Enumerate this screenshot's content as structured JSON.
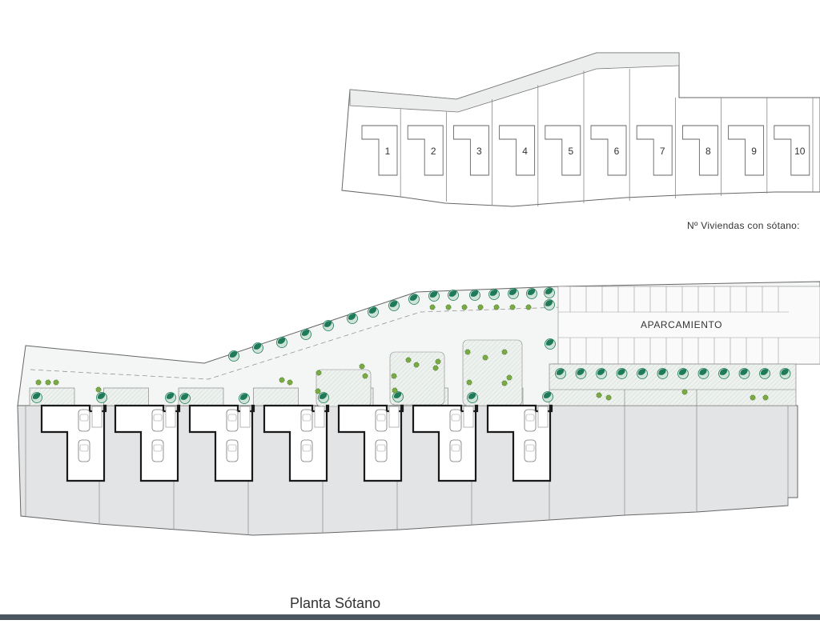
{
  "site_plan": {
    "lots": [
      "1",
      "2",
      "3",
      "4",
      "5",
      "6",
      "7",
      "8",
      "9",
      "10"
    ],
    "legend_text": "Nº Viviendas con sótano:"
  },
  "basement_plan": {
    "parking_label": "APARCAMIENTO",
    "title": "Planta Sótano"
  },
  "colors": {
    "line": "#555555",
    "basement_fill": "#e3e4e6",
    "road_fill": "#f3f4f4",
    "garden_fill": "#dfe8e3",
    "tree_dark": "#1f7a5a",
    "tree_light": "#cfe3d8",
    "shrub": "#6a9a3a",
    "bar": "#4a5560"
  }
}
